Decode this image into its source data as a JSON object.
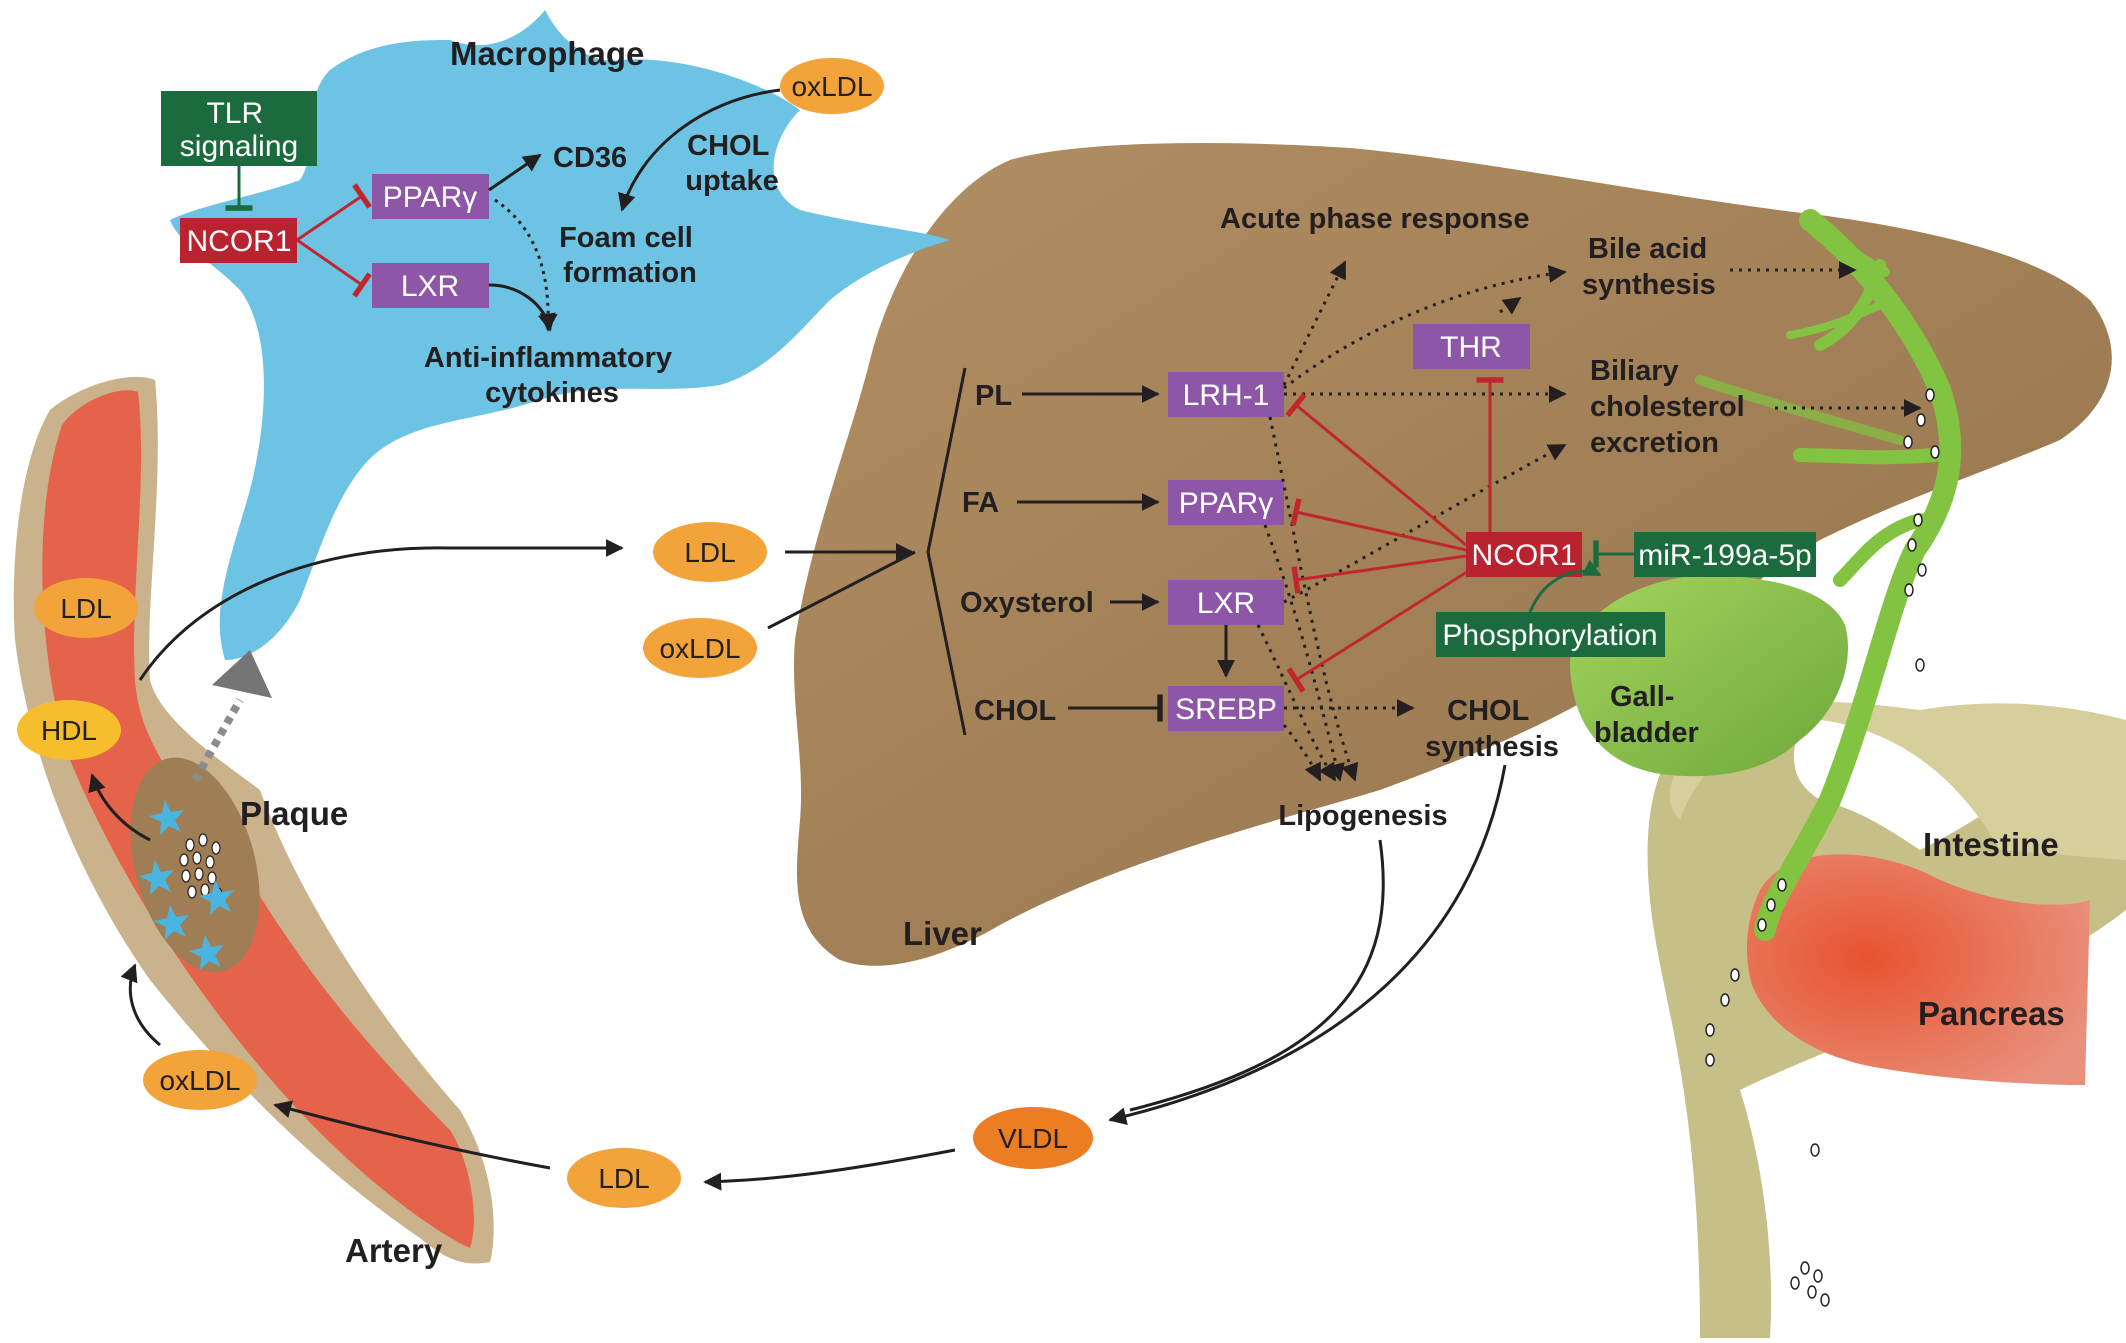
{
  "labels": {
    "macrophage": "Macrophage",
    "tlr_signaling": [
      "TLR",
      "signaling"
    ],
    "ncor1_macrophage": "NCOR1",
    "ppar_macrophage": "PPARγ",
    "lxr_macrophage": "LXR",
    "cd36": "CD36",
    "ox_ldl_macrophage": "oxLDL",
    "chol_uptake": [
      "CHOL",
      "uptake"
    ],
    "foam_cell_formation": [
      "Foam cell",
      "formation"
    ],
    "anti_inflammatory_cytokines": [
      "Anti-inflammatory",
      "cytokines"
    ],
    "ldl_artery": "LDL",
    "hdl_artery": "HDL",
    "plaque": "Plaque",
    "ox_ldl_artery": "oxLDL",
    "artery": "Artery",
    "ldl_center": "LDL",
    "ox_ldl_center": "oxLDL",
    "ldl_bottom": "LDL",
    "vldl": "VLDL",
    "liver": "Liver",
    "pl": "PL",
    "fa": "FA",
    "oxysterol": "Oxysterol",
    "chol_input": "CHOL",
    "lrh1": "LRH-1",
    "ppar_liver": "PPARγ",
    "lxr_liver": "LXR",
    "srebp": "SREBP",
    "acute_phase_response": "Acute phase response",
    "bile_acid_synthesis": [
      "Bile acid",
      "synthesis"
    ],
    "thr": "THR",
    "biliary_cholesterol_excretion": [
      "Biliary",
      "cholesterol",
      "excretion"
    ],
    "ncor1_liver": "NCOR1",
    "mir199a": "miR-199a-5p",
    "phosphorylation": "Phosphorylation",
    "chol_synthesis": [
      "CHOL",
      "synthesis"
    ],
    "lipogenesis": "Lipogenesis",
    "gallbladder": [
      "Gall-",
      "bladder"
    ],
    "intestine": "Intestine",
    "pancreas": "Pancreas"
  },
  "colors": {
    "macrophage": "#6cc3e3",
    "liver": "#a07e55",
    "artery_wall": "#c9b28c",
    "artery_lumen": "#e5634a",
    "ldl_oval": "#f2a33a",
    "hdl_oval": "#f6be2c",
    "vldl_oval": "#ec7d22",
    "nuclear_receptor": "#8e56a6",
    "ncor1": "#b8232f",
    "green_box": "#1c6b3e",
    "inhibition": "#c0272d",
    "bile_duct": "#82c341",
    "intestine": "#c7bf88",
    "pancreas": "#e8735f"
  }
}
